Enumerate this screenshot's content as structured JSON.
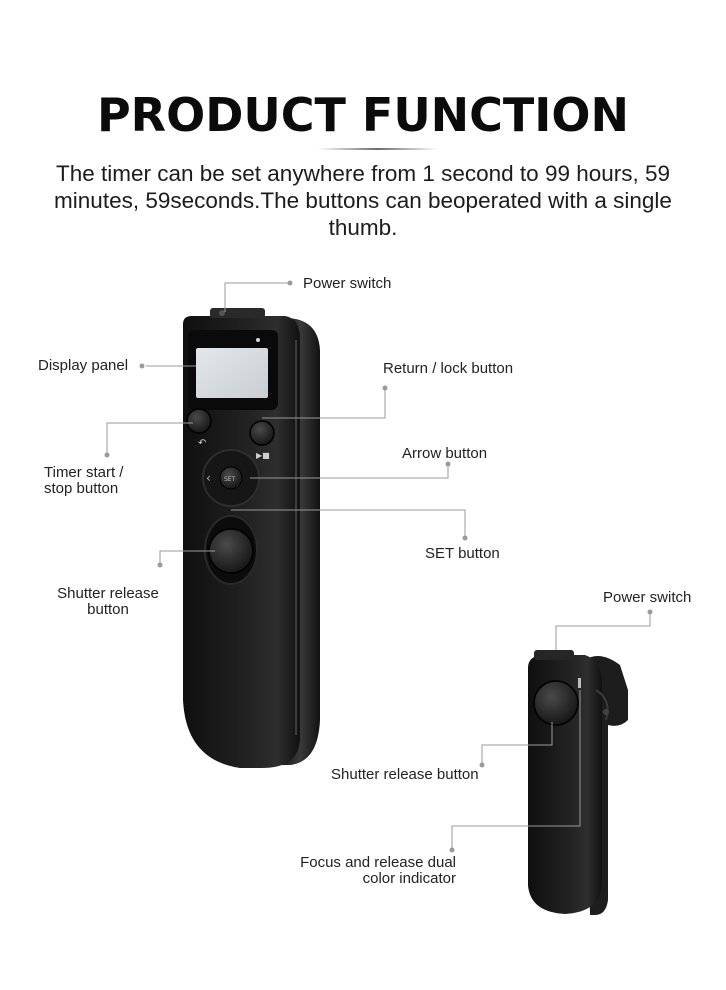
{
  "header": {
    "title": "PRODUCT FUNCTION",
    "description": "The timer can be set anywhere from 1 second to 99 hours, 59 minutes, 59seconds.The buttons can beoperated with a single thumb."
  },
  "callouts": {
    "power_switch_main": "Power switch",
    "display_panel": "Display panel",
    "return_lock_button": "Return / lock button",
    "arrow_button": "Arrow button",
    "timer_start_stop": "Timer start / stop button",
    "set_button": "SET button",
    "shutter_release_main": "Shutter release button",
    "power_switch_side": "Power switch",
    "shutter_release_side": "Shutter release button",
    "focus_indicator": "Focus and release dual color indicator"
  },
  "button_glyphs": {
    "set": "SET",
    "return": "↶",
    "play_stop": "▶■",
    "left_arrow": "‹"
  },
  "colors": {
    "device_body": "#1b1b1b",
    "leader_line": "#9a9a9a",
    "lcd": "#d9dde0"
  }
}
